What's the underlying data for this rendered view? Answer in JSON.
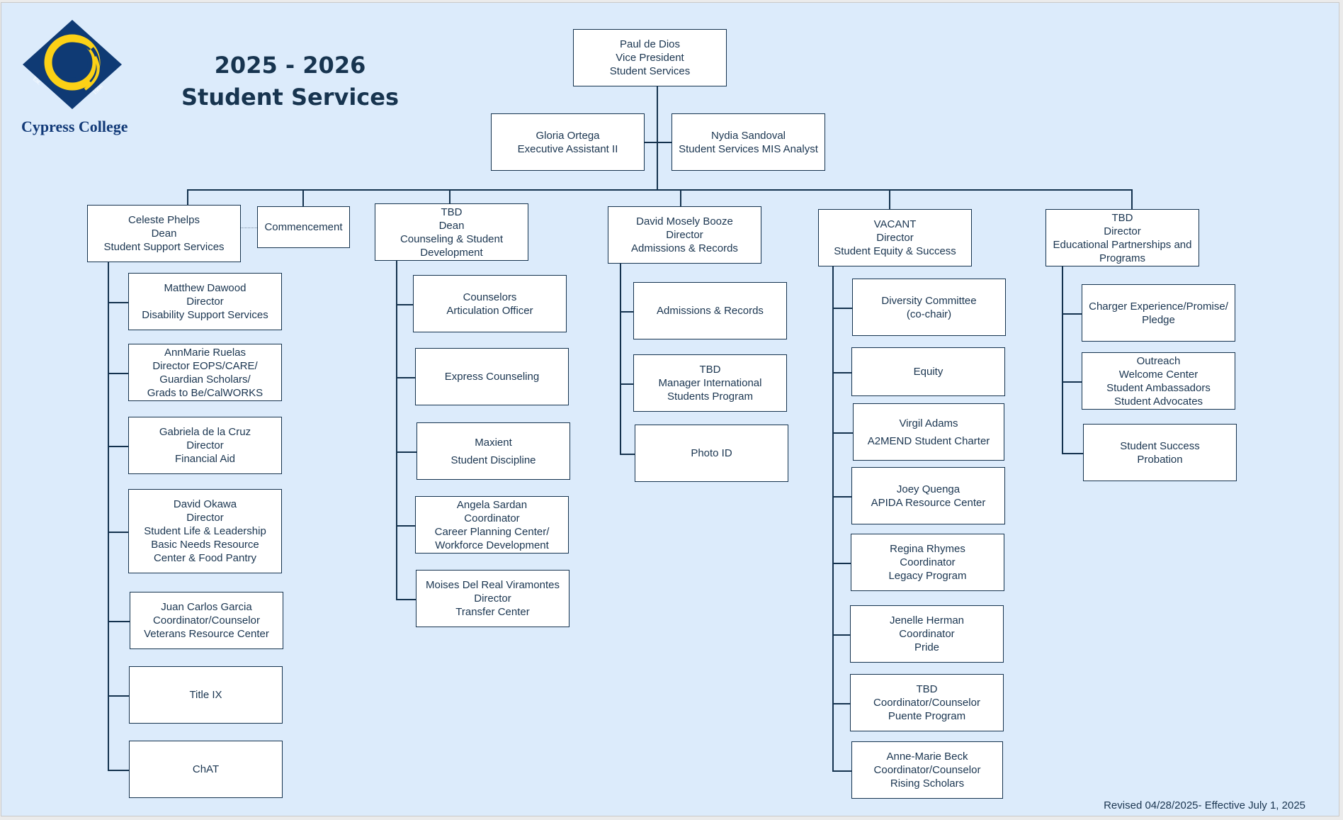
{
  "header": {
    "title_line1": "2025 - 2026",
    "title_line2": "Student Services",
    "logo": {
      "icon": "cypress-college-swirl-diamond-logo",
      "name": "Cypress College",
      "est_left": "Est.",
      "est_right": "1966",
      "colors": {
        "navy": "#0f3a74",
        "gold": "#fcd116"
      }
    }
  },
  "colors": {
    "background": "#dcebfb",
    "box_fill": "#ffffff",
    "box_border": "#14324e",
    "text": "#1a3550"
  },
  "vp": {
    "lines": [
      "Paul de Dios",
      "Vice President",
      "Student Services"
    ]
  },
  "staff": [
    {
      "lines": [
        "Gloria Ortega",
        "Executive Assistant II"
      ]
    },
    {
      "lines": [
        "Nydia Sandoval",
        "Student Services MIS Analyst"
      ]
    }
  ],
  "commencement": {
    "lines": [
      "Commencement"
    ]
  },
  "divisions": [
    {
      "head": [
        "Celeste Phelps",
        "Dean",
        "Student Support Services"
      ],
      "children": [
        [
          "Matthew Dawood",
          "Director",
          "Disability Support Services"
        ],
        [
          "AnnMarie Ruelas",
          "Director EOPS/CARE/",
          "Guardian Scholars/",
          "Grads to Be/CalWORKS"
        ],
        [
          "Gabriela de la Cruz",
          "Director",
          "Financial Aid"
        ],
        [
          "David Okawa",
          "Director",
          "Student Life & Leadership",
          "Basic Needs Resource",
          "Center & Food Pantry"
        ],
        [
          "Juan Carlos Garcia",
          "Coordinator/Counselor",
          "Veterans Resource Center"
        ],
        [
          "Title IX"
        ],
        [
          "ChAT"
        ]
      ]
    },
    {
      "head": [
        "TBD",
        "Dean",
        "Counseling & Student",
        "Development"
      ],
      "children": [
        [
          "Counselors",
          "Articulation Officer"
        ],
        [
          "Express Counseling"
        ],
        [
          "Maxient",
          "Student Discipline"
        ],
        [
          "Angela Sardan",
          "Coordinator",
          "Career Planning Center/",
          "Workforce Development"
        ],
        [
          "Moises Del Real Viramontes",
          "Director",
          "Transfer Center"
        ]
      ]
    },
    {
      "head": [
        "David Mosely Booze",
        "Director",
        "Admissions & Records"
      ],
      "children": [
        [
          "Admissions & Records"
        ],
        [
          "TBD",
          "Manager International",
          "Students Program"
        ],
        [
          "Photo ID"
        ]
      ]
    },
    {
      "head": [
        "VACANT",
        "Director",
        "Student Equity & Success"
      ],
      "children": [
        [
          "Diversity Committee",
          "(co-chair)"
        ],
        [
          "Equity"
        ],
        [
          "Virgil Adams",
          "A2MEND Student Charter"
        ],
        [
          "Joey Quenga",
          "APIDA Resource Center"
        ],
        [
          "Regina Rhymes",
          "Coordinator",
          "Legacy Program"
        ],
        [
          "Jenelle Herman",
          "Coordinator",
          "Pride"
        ],
        [
          "TBD",
          "Coordinator/Counselor",
          "Puente Program"
        ],
        [
          "Anne-Marie Beck",
          "Coordinator/Counselor",
          "Rising Scholars"
        ]
      ]
    },
    {
      "head": [
        "TBD",
        "Director",
        "Educational Partnerships and",
        "Programs"
      ],
      "children": [
        [
          "Charger Experience/Promise/",
          "Pledge"
        ],
        [
          "Outreach",
          "Welcome Center",
          "Student Ambassadors",
          "Student Advocates"
        ],
        [
          "Student Success",
          "Probation"
        ]
      ]
    }
  ],
  "footer": {
    "revised": "Revised 04/28/2025- Effective July 1, 2025"
  }
}
